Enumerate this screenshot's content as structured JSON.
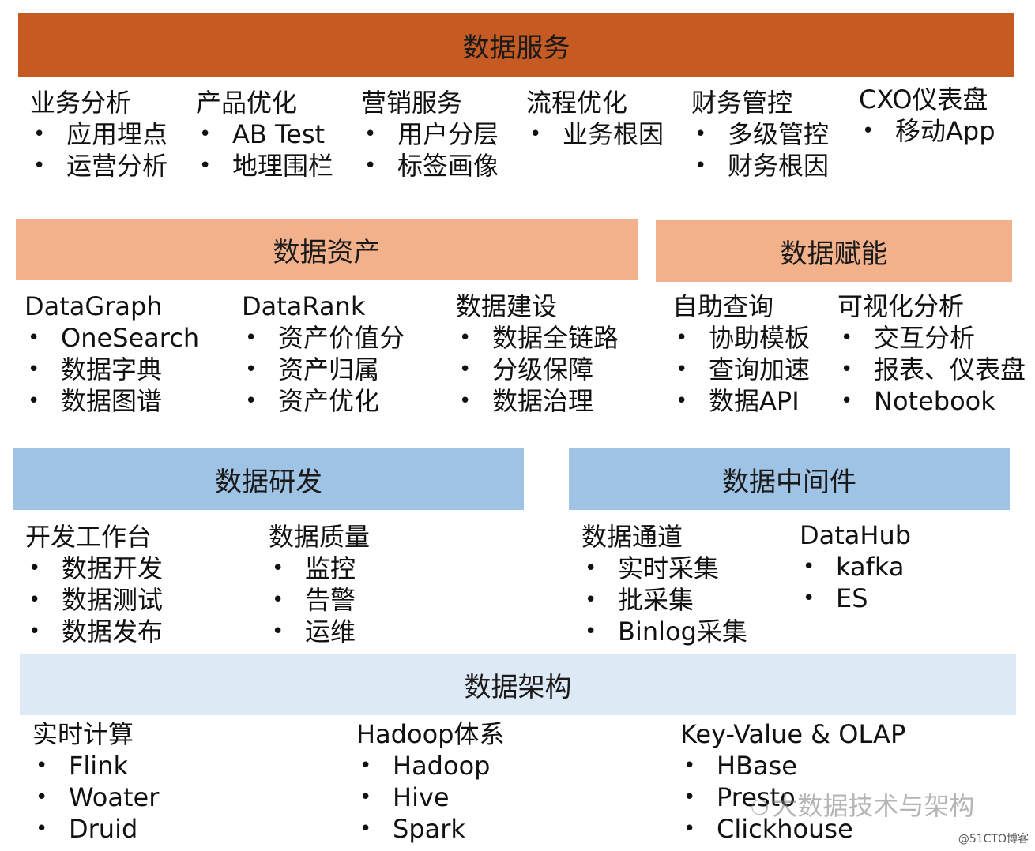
{
  "bands": {
    "services": "数据服务",
    "asset": "数据资产",
    "enable": "数据赋能",
    "dev": "数据研发",
    "middleware": "数据中间件",
    "arch": "数据架构"
  },
  "services": [
    {
      "title": "业务分析",
      "items": [
        "应用埋点",
        "运营分析"
      ]
    },
    {
      "title": "产品优化",
      "items": [
        "AB Test",
        "地理围栏"
      ]
    },
    {
      "title": "营销服务",
      "items": [
        "用户分层",
        "标签画像"
      ]
    },
    {
      "title": "流程优化",
      "items": [
        "业务根因"
      ]
    },
    {
      "title": "财务管控",
      "items": [
        "多级管控",
        "财务根因"
      ]
    },
    {
      "title": "CXO仪表盘",
      "items": [
        "移动App"
      ]
    }
  ],
  "asset": [
    {
      "title": "DataGraph",
      "items": [
        "OneSearch",
        "数据字典",
        "数据图谱"
      ]
    },
    {
      "title": "DataRank",
      "items": [
        "资产价值分",
        "资产归属",
        "资产优化"
      ]
    },
    {
      "title": "数据建设",
      "items": [
        "数据全链路",
        "分级保障",
        "数据治理"
      ]
    }
  ],
  "enable": [
    {
      "title": "自助查询",
      "items": [
        "协助模板",
        "查询加速",
        "数据API"
      ]
    },
    {
      "title": "可视化分析",
      "items": [
        "交互分析",
        "报表、仪表盘",
        "Notebook"
      ]
    }
  ],
  "dev": [
    {
      "title": "开发工作台",
      "items": [
        "数据开发",
        "数据测试",
        "数据发布"
      ]
    },
    {
      "title": "数据质量",
      "items": [
        "监控",
        "告警",
        "运维"
      ]
    }
  ],
  "middleware": [
    {
      "title": "数据通道",
      "items": [
        "实时采集",
        "批采集",
        "Binlog采集"
      ]
    },
    {
      "title": "DataHub",
      "items": [
        "kafka",
        "ES"
      ]
    }
  ],
  "arch": [
    {
      "title": "实时计算",
      "items": [
        "Flink",
        "Woater",
        "Druid"
      ]
    },
    {
      "title": "Hadoop体系",
      "items": [
        "Hadoop",
        "Hive",
        "Spark"
      ]
    },
    {
      "title": "Key-Value & OLAP",
      "items": [
        "HBase",
        "Presto",
        "Clickhouse"
      ]
    }
  ],
  "watermark": {
    "icon": "wechat-icon",
    "text": "大数据技术与架构"
  },
  "credit": "@51CTO博客"
}
